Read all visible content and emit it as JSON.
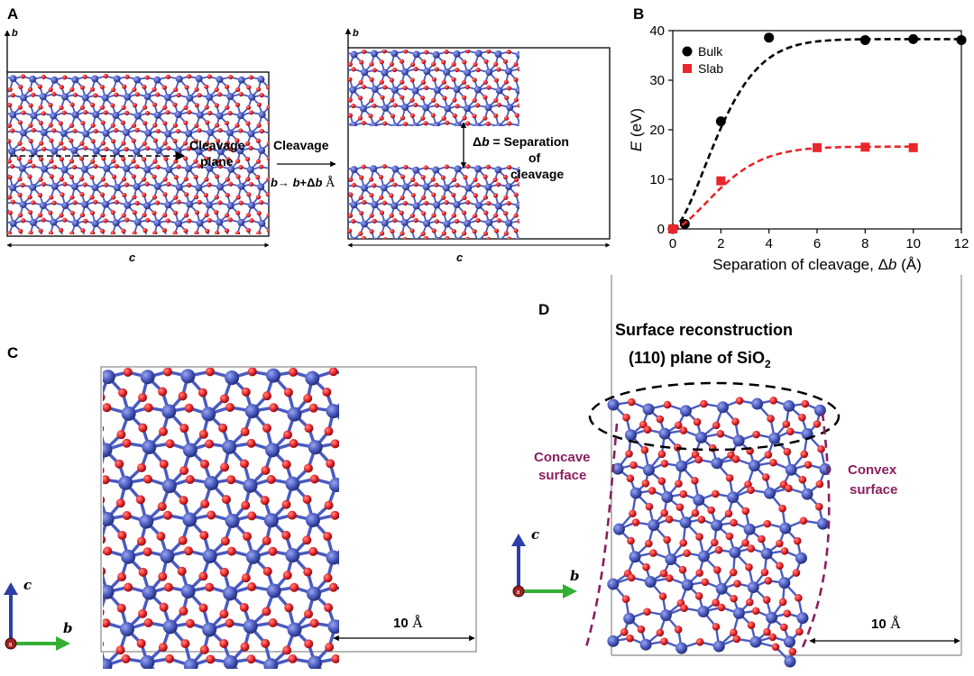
{
  "panels": {
    "A": {
      "label": "A",
      "axis_b": "b",
      "axis_c": "c",
      "cleavage_plane_line1": "Cleavage",
      "cleavage_plane_line2": "plane",
      "arrow_label_top": "Cleavage",
      "arrow_label_b": "b",
      "arrow_label_mid": "→ ",
      "arrow_label_b2": "b",
      "arrow_label_plus": "+Δ",
      "arrow_label_b3": "b",
      "arrow_label_unit": " Å",
      "sep_delta": "Δ",
      "sep_b": "b",
      "sep_line1_rest": " = Separation",
      "sep_line2": "of",
      "sep_line3": "cleavage"
    },
    "B": {
      "label": "B"
    },
    "C": {
      "label": "C",
      "axis_c": "c",
      "axis_b": "b",
      "axis_a": "a",
      "scale_num": "10",
      "scale_unit": " Å"
    },
    "D": {
      "label": "D",
      "title_line1": "Surface reconstruction",
      "title_line2_pre": "(110) plane of SiO",
      "title_line2_sub": "2",
      "concave_line1": "Concave",
      "concave_line2": "surface",
      "convex_line1": "Convex",
      "convex_line2": "surface",
      "axis_c": "c",
      "axis_b": "b",
      "axis_a": "a",
      "scale_num": "10",
      "scale_unit": " Å"
    }
  },
  "chart_data": {
    "type": "scatter",
    "xlabel_pre": "Separation of cleavage, Δ",
    "xlabel_var": "b",
    "xlabel_unit": "  (Å)",
    "ylabel_var": "E",
    "ylabel_unit": " (eV)",
    "xlim": [
      0,
      12
    ],
    "ylim": [
      0,
      40
    ],
    "xticks": [
      0,
      2,
      4,
      6,
      8,
      10,
      12
    ],
    "yticks": [
      0,
      10,
      20,
      30,
      40
    ],
    "legend_position": "top-left",
    "series": [
      {
        "name": "Bulk",
        "color": "#000000",
        "marker": "circle",
        "x": [
          0,
          0.5,
          2,
          4,
          8,
          10,
          12
        ],
        "y": [
          0,
          1,
          21.7,
          38.6,
          38.1,
          38.3,
          38.1
        ],
        "fit_y_max": 38.3,
        "fit_k": 0.55
      },
      {
        "name": "Slab",
        "color": "#e8262b",
        "marker": "square",
        "x": [
          0,
          2,
          6,
          8,
          10
        ],
        "y": [
          0,
          9.7,
          16.4,
          16.5,
          16.4
        ],
        "fit_y_max": 16.6,
        "fit_k": 0.5
      }
    ]
  },
  "colors": {
    "silicon": "#4a5bc0",
    "oxygen": "#e8262b",
    "fit_bulk": "#000000",
    "fit_slab": "#e8262b",
    "concave_convex": "#8a1f5f",
    "axis_c": "#2c3fa8",
    "axis_b": "#33b033",
    "axis_a": "#9e2020"
  }
}
